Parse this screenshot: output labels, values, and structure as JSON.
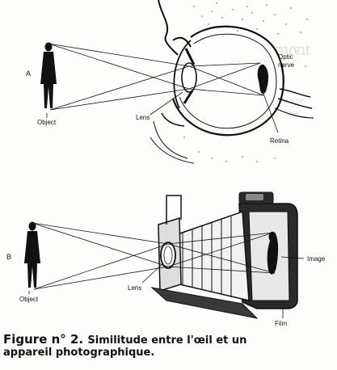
{
  "panel_a": {
    "letter": "A",
    "object_label": "Object",
    "lens_label": "Lens",
    "optic_label_1": "Optic",
    "optic_label_2": "nerve",
    "retina_label": "Retina"
  },
  "panel_b": {
    "letter": "B",
    "object_label": "Object",
    "lens_label": "Lens",
    "image_label": "Image",
    "film_label": "Film"
  },
  "caption": {
    "figure_number": "Figure n° 2.",
    "text_part1": "Similitude entre l'œil et un",
    "text_part2": "appareil photographique."
  },
  "colors": {
    "ink": "#111111",
    "paper": "#fdfdfb"
  }
}
